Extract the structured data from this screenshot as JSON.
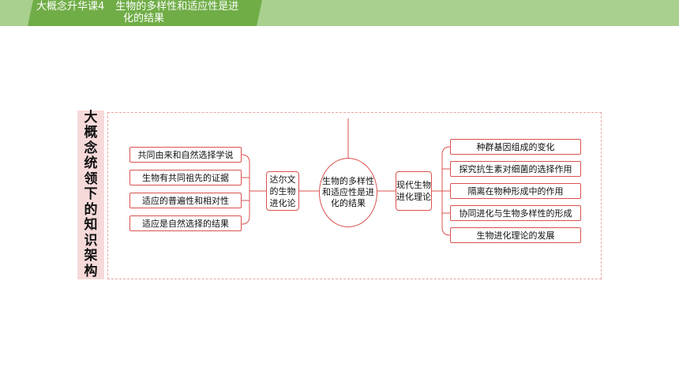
{
  "header": {
    "series": "大概念升华课4",
    "title_line1": "生物的多样性和适应性是进",
    "title_line2": "化的结果"
  },
  "sidebar": {
    "chars": [
      "大",
      "概",
      "念",
      "统",
      "领",
      "下",
      "的",
      "知",
      "识",
      "架",
      "构"
    ]
  },
  "diagram": {
    "center": "生物的多样性和适应性是进化的结果",
    "left_hub": "达尔文的生物进化论",
    "right_hub": "现代生物进化理论",
    "left_items": [
      "共同由来和自然选择学说",
      "生物有共同祖先的证据",
      "适应的普遍性和相对性",
      "适应是自然选择的结果"
    ],
    "right_items": [
      "种群基因组成的变化",
      "探究抗生素对细菌的选择作用",
      "隔离在物种形成中的作用",
      "协同进化与生物多样性的形成",
      "生物进化理论的发展"
    ]
  },
  "colors": {
    "accent_green": "#70ad47",
    "light_green": "#a9d08e",
    "line_red": "#d9534f",
    "sidebar_pink": "#f6dada"
  }
}
